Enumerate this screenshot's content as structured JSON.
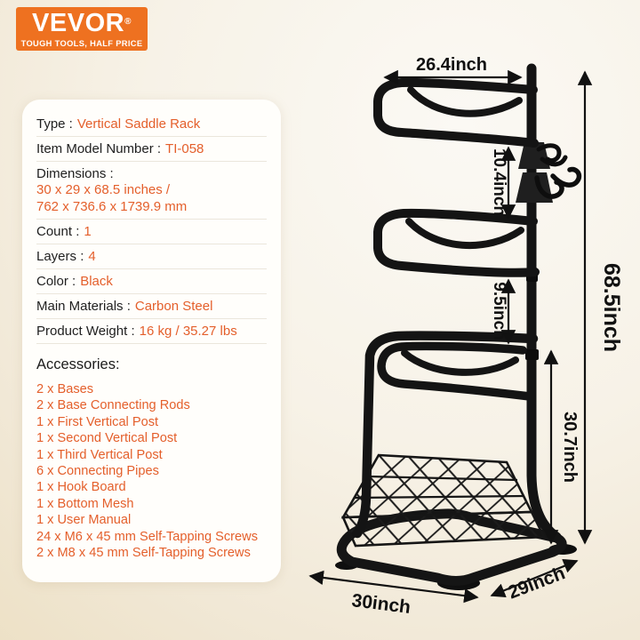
{
  "logo": {
    "brand": "VEVOR",
    "registered": "®",
    "tagline": "TOUGH TOOLS, HALF PRICE"
  },
  "specs": [
    {
      "label": "Type :",
      "value": "Vertical Saddle Rack"
    },
    {
      "label": "Item Model Number :",
      "value": "TI-058"
    },
    {
      "label": "Dimensions :",
      "value": "30 x 29 x 68.5 inches /",
      "value2": "762 x 736.6 x 1739.9 mm"
    },
    {
      "label": "Count :",
      "value": "1"
    },
    {
      "label": "Layers :",
      "value": "4"
    },
    {
      "label": "Color :",
      "value": "Black"
    },
    {
      "label": "Main Materials :",
      "value": "Carbon Steel"
    },
    {
      "label": "Product Weight :",
      "value": "16 kg / 35.27 lbs"
    }
  ],
  "accessories": {
    "heading": "Accessories:",
    "items": [
      "2 x Bases",
      "2 x Base Connecting Rods",
      "1 x First Vertical Post",
      "1 x Second Vertical Post",
      "1 x Third Vertical Post",
      "6 x Connecting Pipes",
      "1 x Hook Board",
      "1 x Bottom Mesh",
      "1 x User Manual",
      "24 x M6 x 45 mm Self-Tapping Screws",
      "2 x M8 x 45 mm Self-Tapping Screws"
    ]
  },
  "dimensions": {
    "top_width": "26.4inch",
    "gap_top": "10.4inch",
    "gap_middle": "9.5inch",
    "total_height": "68.5inch",
    "lower_height": "30.7inch",
    "base_width": "30inch",
    "base_depth": "29inch"
  },
  "colors": {
    "accent_text": "#e45f2b",
    "logo_background": "#ee7120",
    "rack": "#141414",
    "panel_background": "#fffefb"
  }
}
